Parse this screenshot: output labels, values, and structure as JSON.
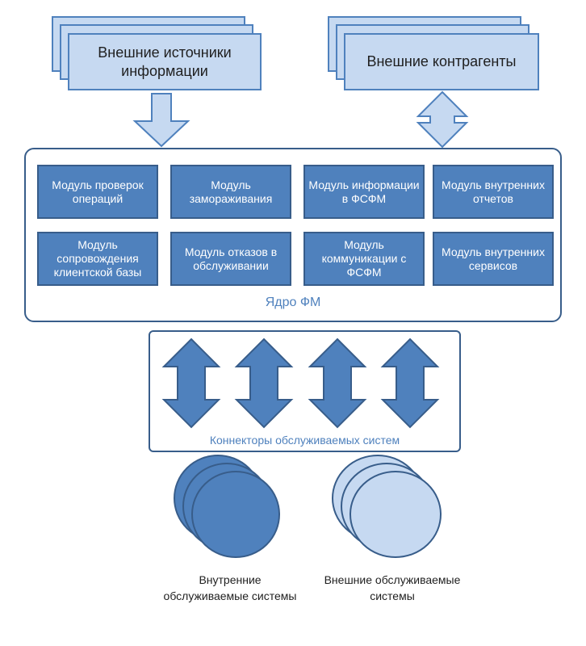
{
  "sources": {
    "left_label": "Внешние источники информации",
    "right_label": "Внешние контрагенты"
  },
  "core": {
    "label": "Ядро ФМ",
    "modules": [
      "Модуль проверок операций",
      "Модуль замораживания",
      "Модуль информации в ФСФМ",
      "Модуль внутренних отчетов",
      "Модуль сопровождения клиентской базы",
      "Модуль отказов в обслуживании",
      "Модуль коммуникации с ФСФМ",
      "Модуль внутренних сервисов"
    ]
  },
  "connectors": {
    "label": "Коннекторы обслуживаемых систем"
  },
  "systems": {
    "internal_label": "Внутренние обслуживаемые системы",
    "external_label": "Внешние обслуживаемые системы"
  },
  "colors": {
    "dark_blue": "#4f81bd",
    "light_blue": "#c6d9f1",
    "border": "#385d8a"
  }
}
